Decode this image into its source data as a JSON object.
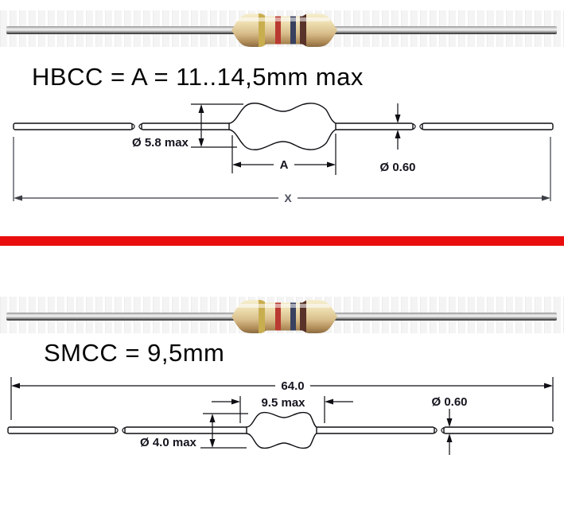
{
  "colors": {
    "divider_red": "#e90d0d",
    "resistor_body": "#e8d5a8",
    "band_gold": "#c9ae4f",
    "band_red": "#b93a30",
    "band_navy": "#39415f",
    "band_brown": "#59322a"
  },
  "hbcc": {
    "heading": "HBCC = A = 11..14,5mm max",
    "dims": {
      "body_diameter": "Ø 5.8 max",
      "body_length": "A",
      "lead_diameter": "Ø 0.60",
      "overall_length": "X"
    }
  },
  "smcc": {
    "heading": "SMCC = 9,5mm",
    "dims": {
      "overall_length": "64.0",
      "body_length": "9.5 max",
      "lead_diameter": "Ø 0.60",
      "body_diameter": "Ø 4.0 max"
    }
  }
}
